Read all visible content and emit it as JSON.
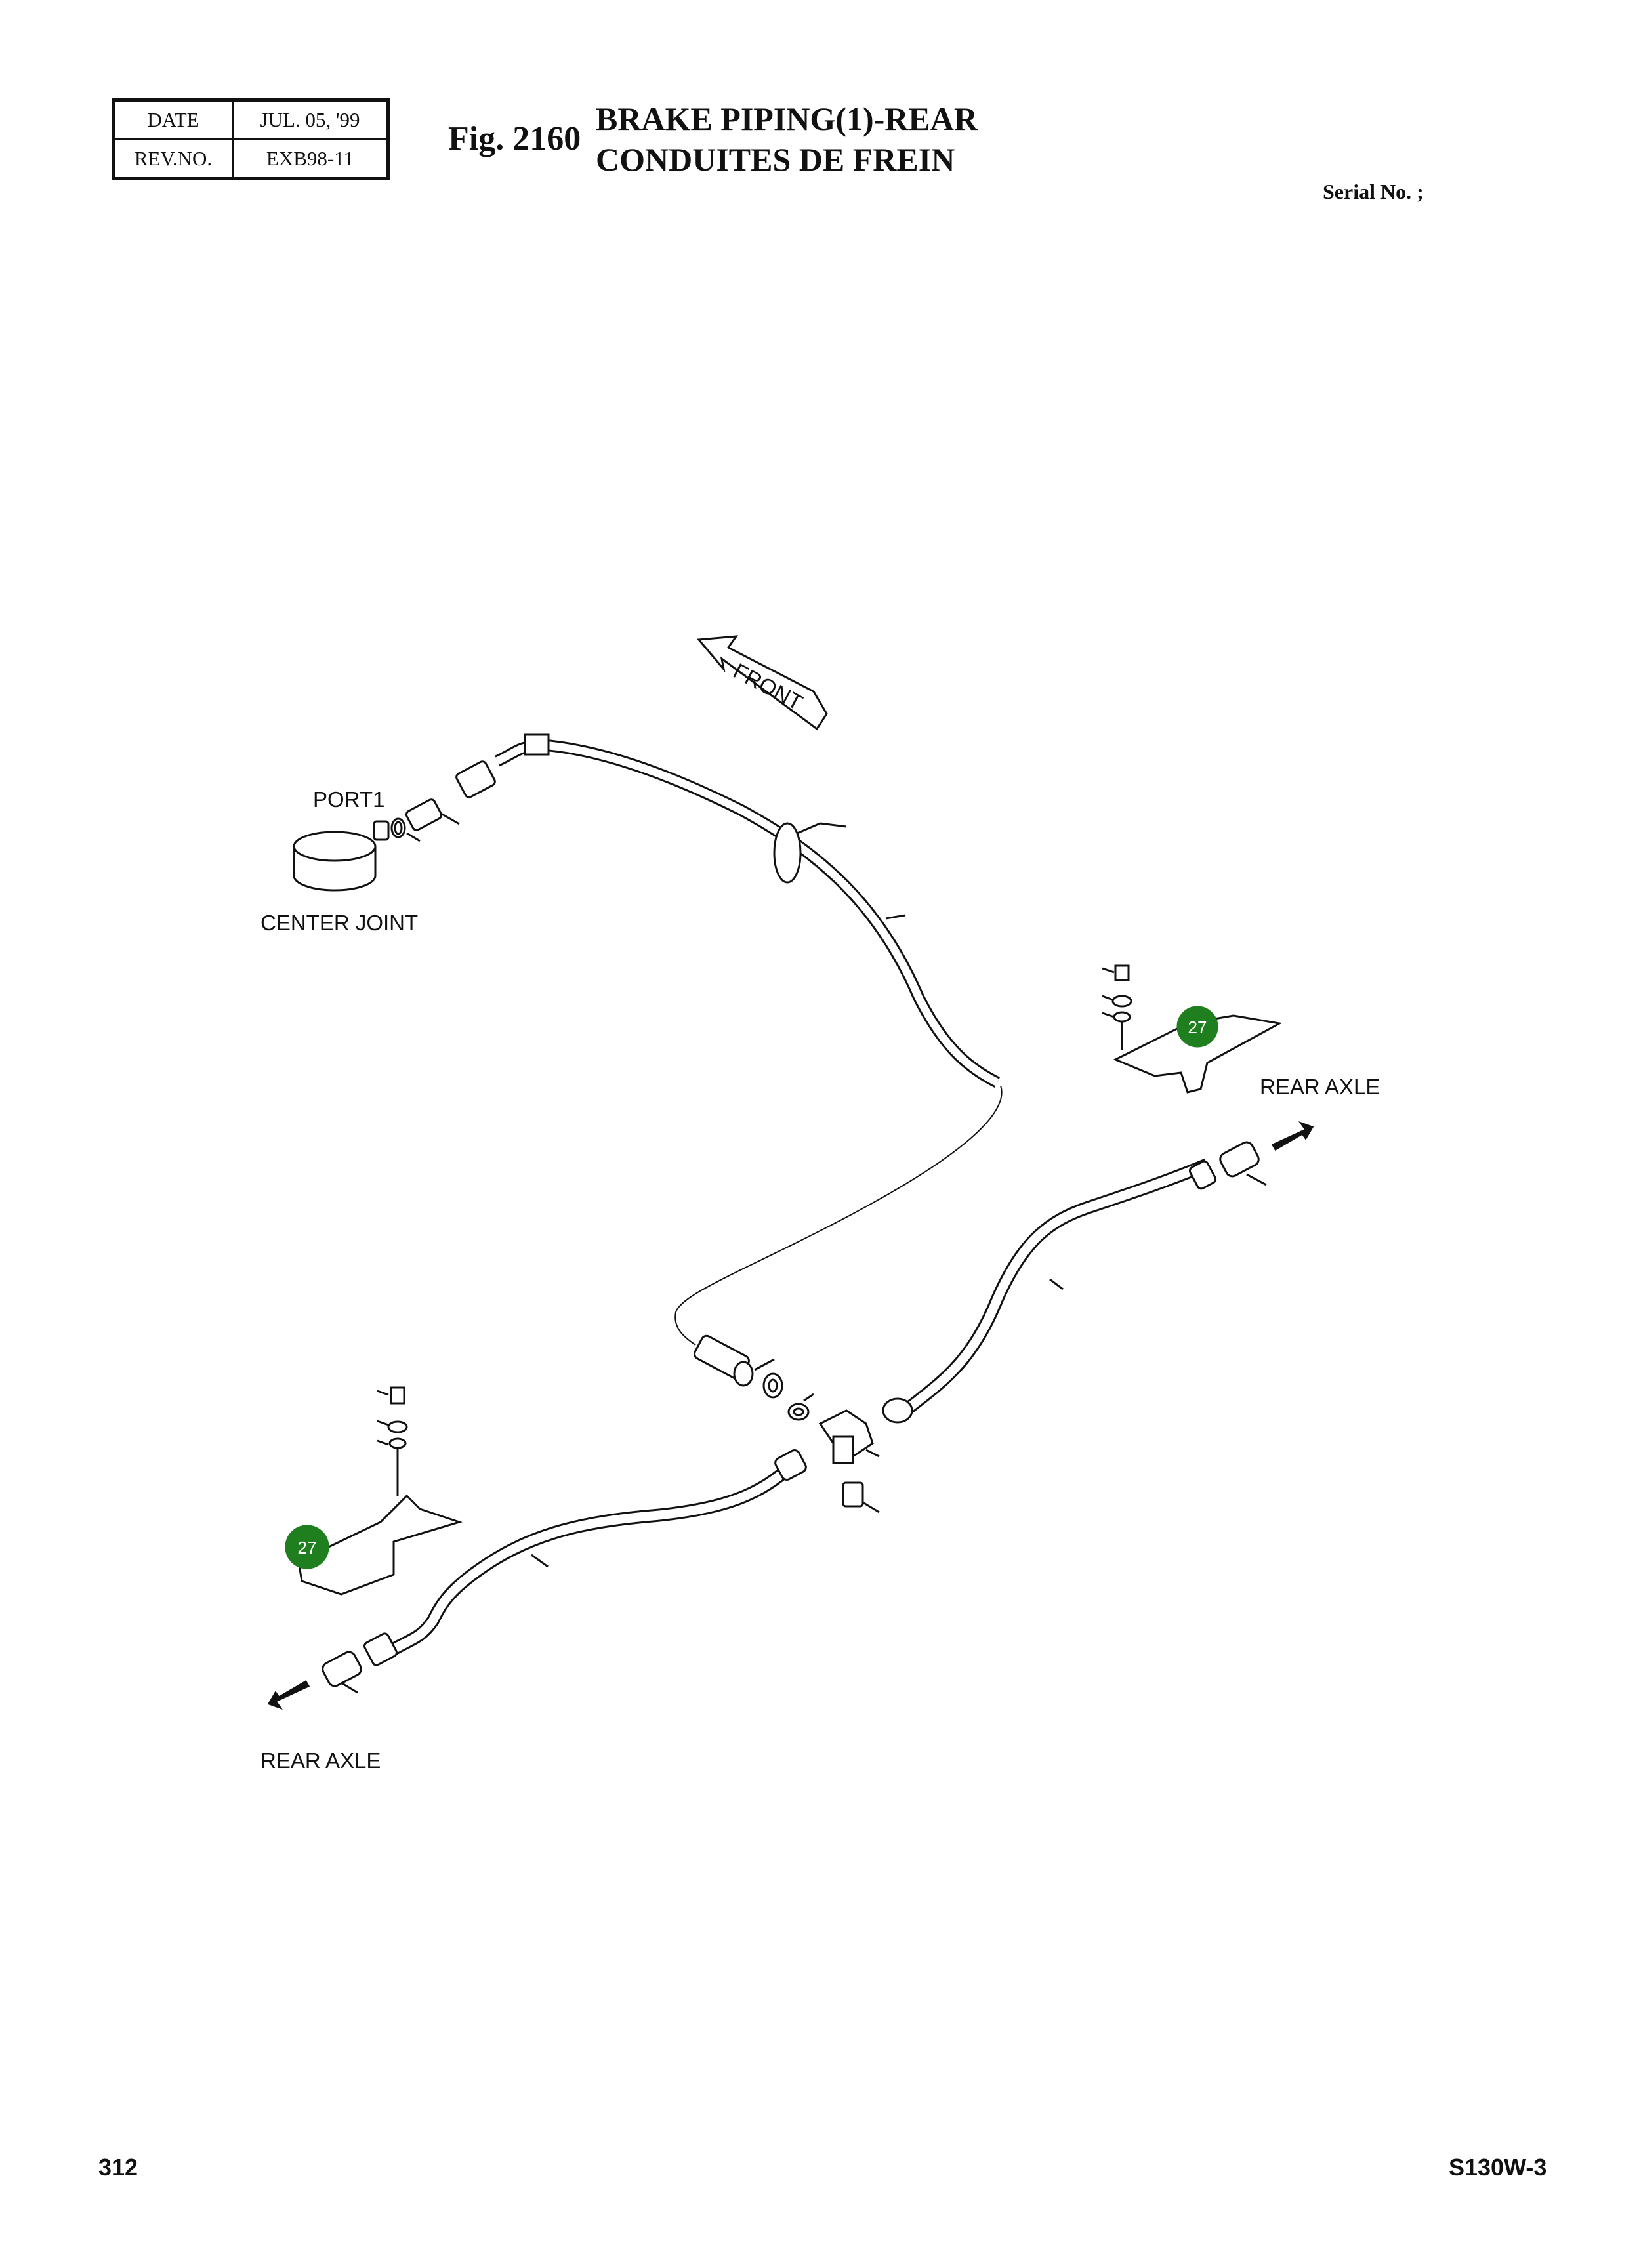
{
  "header": {
    "date_label": "DATE",
    "date_value": "JUL. 05, '99",
    "rev_label": "REV.NO.",
    "rev_value": "EXB98-11"
  },
  "figure": {
    "number": "Fig. 2160",
    "title_line1": "BRAKE PIPING(1)-REAR",
    "title_line2": "CONDUITES DE FREIN",
    "serial": "Serial No. ;"
  },
  "diagram": {
    "front_arrow_label": "FRONT",
    "port_label": "PORT1",
    "center_joint_label": "CENTER JOINT",
    "rear_axle_label_right": "REAR AXLE",
    "rear_axle_label_left": "REAR AXLE",
    "callout_right": "27",
    "callout_left": "27",
    "callout_color": "#1f7f1f"
  },
  "footer": {
    "page": "312",
    "model": "S130W-3"
  }
}
